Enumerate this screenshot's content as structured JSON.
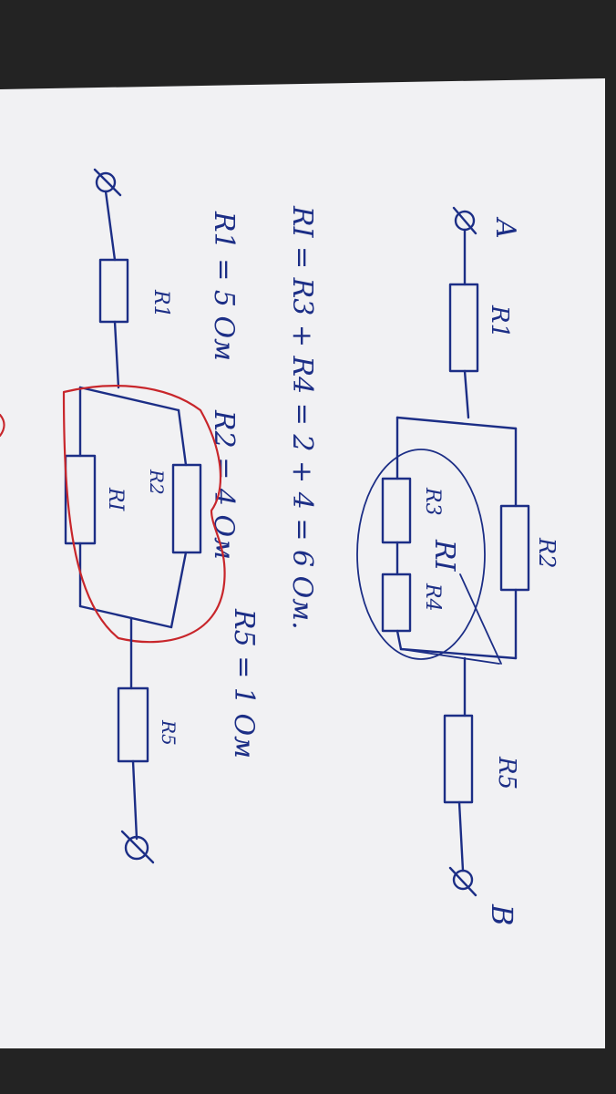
{
  "labels": {
    "terminal_a": "A",
    "terminal_b": "B",
    "top_r1": "R1",
    "top_r2": "R2",
    "top_r3": "R3",
    "top_r4": "R4",
    "top_r5": "R5",
    "grouped": "RI",
    "bottom_r1": "R1",
    "bottom_r2": "R2",
    "bottom_ri": "RI",
    "bottom_r5": "R5"
  },
  "equations": {
    "line1": "RI = R3 + R4 = 2 + 4 = 6 Ом.",
    "r1_value": "R1 = 5 Ом",
    "r2_value": "R2 = 4 Ом",
    "r5_value": "R5 = 1 Ом"
  },
  "colors": {
    "ink": "#1c2e86",
    "red_ink": "#c8262b",
    "paper": "#f1f1f3",
    "background": "#232323"
  }
}
